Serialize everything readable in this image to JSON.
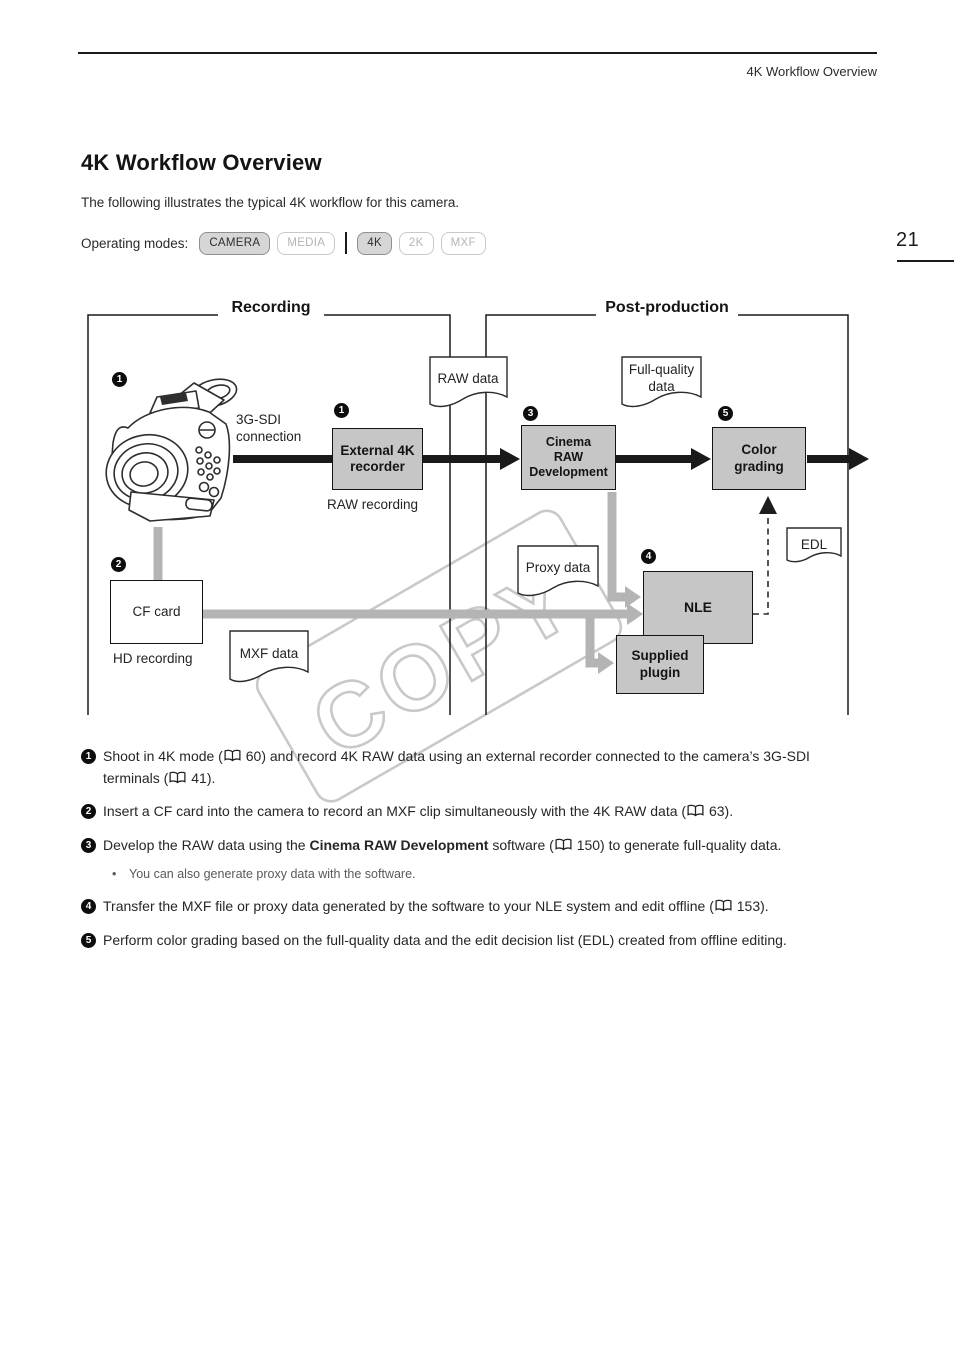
{
  "page": {
    "running_header": "4K Workflow Overview",
    "page_number": "21",
    "title": "4K Workflow Overview",
    "intro": "The following illustrates the typical 4K workflow for this camera.",
    "operating_modes_label": "Operating modes:",
    "modes": [
      {
        "label": "CAMERA",
        "active": true
      },
      {
        "label": "MEDIA",
        "active": false
      },
      {
        "label": "4K",
        "active": true
      },
      {
        "label": "2K",
        "active": false
      },
      {
        "label": "MXF",
        "active": false
      }
    ]
  },
  "diagram": {
    "sections": {
      "recording": "Recording",
      "postproduction": "Post-production"
    },
    "labels": {
      "sdi_connection": "3G-SDI\nconnection",
      "raw_recording": "RAW recording",
      "hd_recording": "HD recording"
    },
    "boxes": {
      "external_recorder": "External 4K\nrecorder",
      "cinema_raw_development": "Cinema\nRAW\nDevelopment",
      "color_grading": "Color\ngrading",
      "nle": "NLE",
      "supplied_plugin": "Supplied\nplugin",
      "cf_card": "CF card"
    },
    "docs": {
      "raw_data": "RAW data",
      "full_quality_data": "Full-quality\ndata",
      "proxy_data": "Proxy data",
      "mxf_data": "MXF data",
      "edl": "EDL"
    },
    "badges": {
      "camera_step": "1",
      "recorder_step": "1",
      "cf_step": "2",
      "develop_step": "3",
      "nle_step": "4",
      "grading_step": "5"
    },
    "watermark": "COPY"
  },
  "steps": [
    {
      "num": "1",
      "s1": "Shoot in 4K mode (",
      "ref1": "60",
      "s2": ") and record 4K RAW data using an external recorder connected to the camera’s 3G-SDI terminals (",
      "ref2": "41",
      "s3": ")."
    },
    {
      "num": "2",
      "s1": "Insert a CF card into the camera to record an MXF clip simultaneously with the 4K RAW data (",
      "ref1": "63",
      "s2": ")."
    },
    {
      "num": "3",
      "s1": "Develop the RAW data using the ",
      "bold": "Cinema RAW Development",
      "s2": " software (",
      "ref1": "150",
      "s3": ") to generate full-quality data.",
      "bullet": "•",
      "sub": "You can also generate proxy data with the software."
    },
    {
      "num": "4",
      "s1": "Transfer the MXF file or proxy data generated by the software to your NLE system and edit offline (",
      "ref1": "153",
      "s2": ")."
    },
    {
      "num": "5",
      "s1": "Perform color grading based on the full-quality data and the edit decision list (EDL) created from offline editing."
    }
  ],
  "colors": {
    "box_fill": "#c6c6c6",
    "flow_black": "#1a1a1a",
    "flow_gray": "#b4b4b4",
    "watermark_gray": "#c9c9c9",
    "inactive_badge_text": "#b4b4b4"
  }
}
